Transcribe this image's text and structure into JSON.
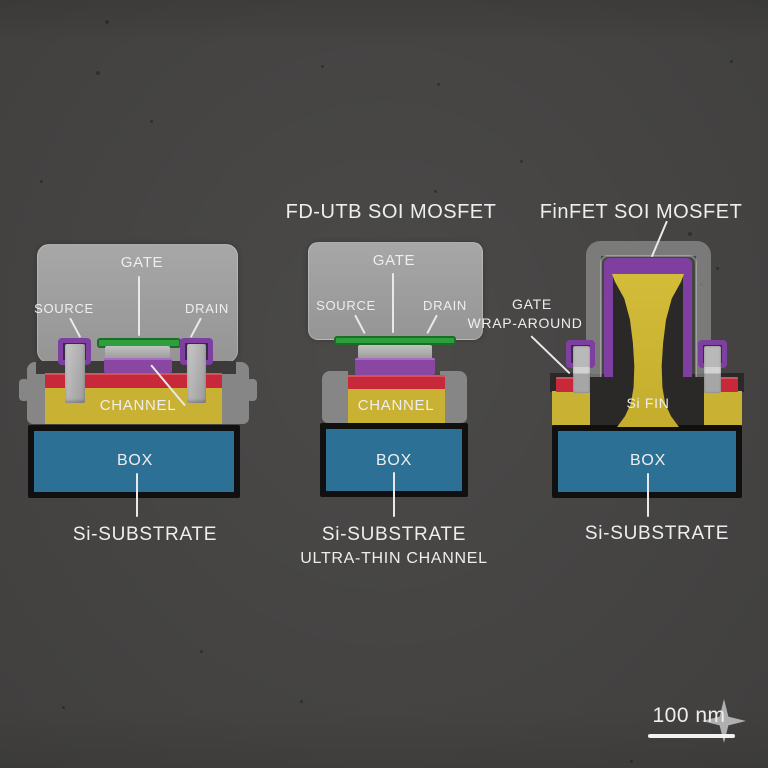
{
  "left": {
    "gate": "GATE",
    "source": "SOURCE",
    "drain": "DRAIN",
    "channel": "CHANNEL",
    "box": "BOX",
    "substrate": "Si-SUBSTRATE"
  },
  "middle": {
    "title": "FD-UTB SOI MOSFET",
    "gate": "GATE",
    "source": "SOURCE",
    "drain": "DRAIN",
    "channel": "CHANNEL",
    "box": "BOX",
    "substrate": "Si-SUBSTRATE",
    "note": "ULTRA-THIN CHANNEL"
  },
  "right": {
    "title": "FinFET SOI MOSFET",
    "wrap1": "GATE",
    "wrap2": "WRAP-AROUND",
    "fin": "Si FIN",
    "box": "BOX",
    "substrate": "Si-SUBSTRATE"
  },
  "scale": {
    "label": "100 nm"
  },
  "colors": {
    "background": "#454443",
    "gate_gray": "#9f9f9f",
    "oxide_green": "#2f9e3c",
    "contact_purple": "#7e3fa0",
    "sd_red": "#c7293a",
    "silicon_yellow": "#c9b233",
    "box_blue": "#2c7195",
    "substrate_border": "#101010",
    "label_text": "#eeeeee"
  }
}
